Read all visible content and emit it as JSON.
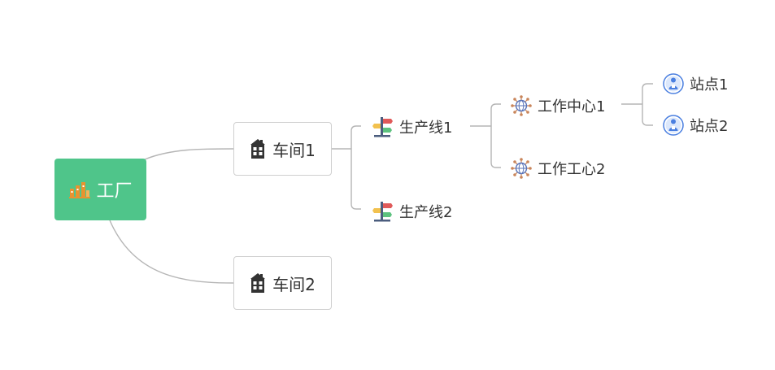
{
  "mindmap": {
    "root": {
      "label": "工厂",
      "icon": "factory-icon"
    },
    "workshops": [
      {
        "label": "车间1",
        "icon": "building-icon"
      },
      {
        "label": "车间2",
        "icon": "building-icon"
      }
    ],
    "production_lines": [
      {
        "label": "生产线1",
        "icon": "signpost-icon"
      },
      {
        "label": "生产线2",
        "icon": "signpost-icon"
      }
    ],
    "work_centers": [
      {
        "label": "工作中心1",
        "icon": "network-globe-icon"
      },
      {
        "label": "工作工心2",
        "icon": "network-globe-icon"
      }
    ],
    "stations": [
      {
        "label": "站点1",
        "icon": "person-badge-icon"
      },
      {
        "label": "站点2",
        "icon": "person-badge-icon"
      }
    ]
  },
  "colors": {
    "root_fill": "#4fc58a",
    "connector": "#b5b5b5",
    "node_border": "#cfcfcf",
    "factory_icon": "#e8932f",
    "station_icon": "#4a7fe0"
  }
}
